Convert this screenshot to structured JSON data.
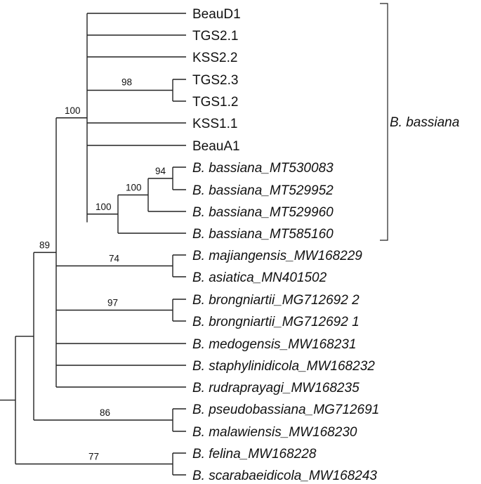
{
  "tree": {
    "taxa": [
      {
        "id": "beaud1",
        "text": "BeauD1"
      },
      {
        "id": "tgs21",
        "text": "TGS2.1"
      },
      {
        "id": "kss22",
        "text": "KSS2.2"
      },
      {
        "id": "tgs23",
        "text": "TGS2.3"
      },
      {
        "id": "tgs12",
        "text": "TGS1.2"
      },
      {
        "id": "kss11",
        "text": "KSS1.1"
      },
      {
        "id": "beaua1",
        "text": "BeauA1"
      },
      {
        "id": "bb_mt530083",
        "sp": "B. bassiana",
        "acc": "_MT530083"
      },
      {
        "id": "bb_mt529952",
        "sp": "B. bassiana",
        "acc": "_MT529952"
      },
      {
        "id": "bb_mt529960",
        "sp": "B. bassiana",
        "acc": "_MT529960"
      },
      {
        "id": "bb_mt585160",
        "sp": "B. bassiana",
        "acc": "_MT585160"
      },
      {
        "id": "bmaj",
        "sp": "B. majiangensis",
        "acc": "_MW168229"
      },
      {
        "id": "basi",
        "sp": "B. asiatica",
        "acc": "_MN401502"
      },
      {
        "id": "bbro2",
        "sp": "B. brongniartii",
        "acc": "_MG712692 2"
      },
      {
        "id": "bbro1",
        "sp": "B. brongniartii",
        "acc": "_MG712692 1"
      },
      {
        "id": "bmed",
        "sp": "B. medogensis",
        "acc": "_MW168231"
      },
      {
        "id": "bsta",
        "sp": "B. staphylinidicola",
        "acc": "_MW168232"
      },
      {
        "id": "brud",
        "sp": "B. rudraprayagi",
        "acc": "_MW168235"
      },
      {
        "id": "bpse",
        "sp": "B. pseudobassiana",
        "acc": "_MG712691"
      },
      {
        "id": "bmal",
        "sp": "B. malawiensis",
        "acc": "_MW168230"
      },
      {
        "id": "bfel",
        "sp": "B. felina",
        "acc": "_MW168228"
      },
      {
        "id": "bsca",
        "sp": "B. scarabaeidicola",
        "acc": "_MW168243"
      }
    ],
    "bootstrap": {
      "tgs23_tgs12": "98",
      "bassiana_clade": "100",
      "bb_inner": "100",
      "bb_pair": "94",
      "bb_group": "100",
      "maj_asi": "74",
      "bro_pair": "97",
      "pse_mal": "86",
      "fel_sca": "77",
      "ingroup": "89"
    },
    "clade_label": "B. bassiana"
  }
}
